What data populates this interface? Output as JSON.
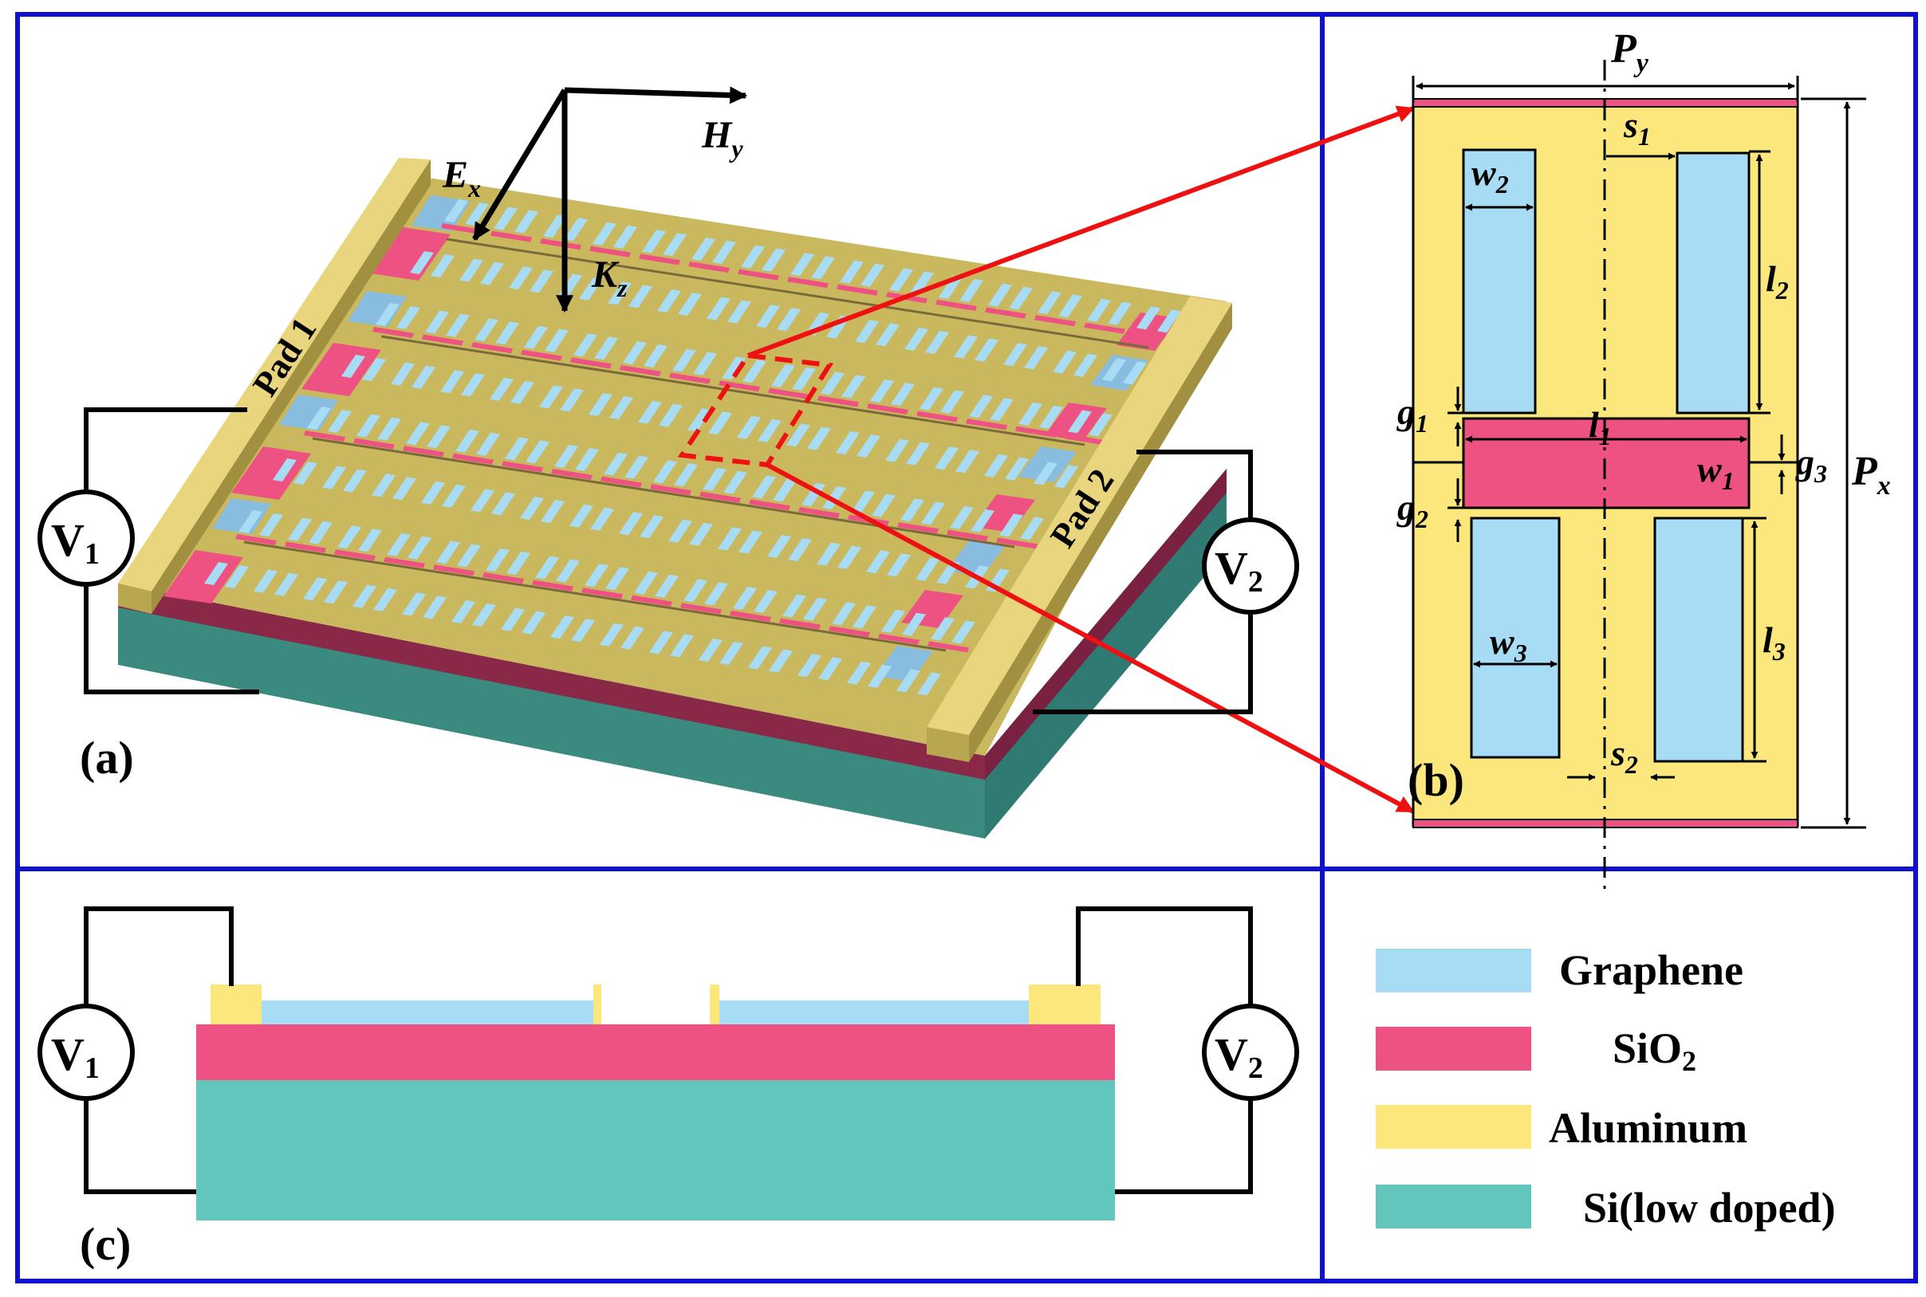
{
  "colors": {
    "frame": "#1010d0",
    "graphene": "#a8dcf4",
    "sio2": "#ee5282",
    "aluminum": "#fbe77c",
    "silicon": "#62c6bc",
    "pad_3d": "#c8b45a",
    "arrow_red": "#ee1111",
    "wire": "#000000"
  },
  "panel_a": {
    "label": "(a)",
    "pad1": "Pad 1",
    "pad2": "Pad 2",
    "source1": {
      "letter": "V",
      "sub": "1"
    },
    "source2": {
      "letter": "V",
      "sub": "2"
    },
    "field_e": {
      "letter": "E",
      "sub": "x"
    },
    "field_h": {
      "letter": "H",
      "sub": "y"
    },
    "field_k": {
      "letter": "K",
      "sub": "z"
    }
  },
  "panel_b": {
    "label": "(b)",
    "py": {
      "letter": "P",
      "sub": "y"
    },
    "px": {
      "letter": "P",
      "sub": "x"
    },
    "s1": {
      "letter": "s",
      "sub": "1"
    },
    "s2": {
      "letter": "s",
      "sub": "2"
    },
    "w1": {
      "letter": "w",
      "sub": "1"
    },
    "w2": {
      "letter": "w",
      "sub": "2"
    },
    "w3": {
      "letter": "w",
      "sub": "3"
    },
    "l1": {
      "letter": "l",
      "sub": "1"
    },
    "l2": {
      "letter": "l",
      "sub": "2"
    },
    "l3": {
      "letter": "l",
      "sub": "3"
    },
    "g1": {
      "letter": "g",
      "sub": "1"
    },
    "g2": {
      "letter": "g",
      "sub": "2"
    },
    "g3": {
      "letter": "g",
      "sub": "3"
    }
  },
  "panel_c": {
    "label": "(c)",
    "source1": {
      "letter": "V",
      "sub": "1"
    },
    "source2": {
      "letter": "V",
      "sub": "2"
    }
  },
  "legend": [
    {
      "label": "Graphene",
      "color": "#a8dcf4"
    },
    {
      "label": "SiO",
      "sub": "2",
      "color": "#ee5282"
    },
    {
      "label": "Aluminum",
      "color": "#fbe77c"
    },
    {
      "label": "Si(low doped)",
      "color": "#62c6bc"
    }
  ]
}
